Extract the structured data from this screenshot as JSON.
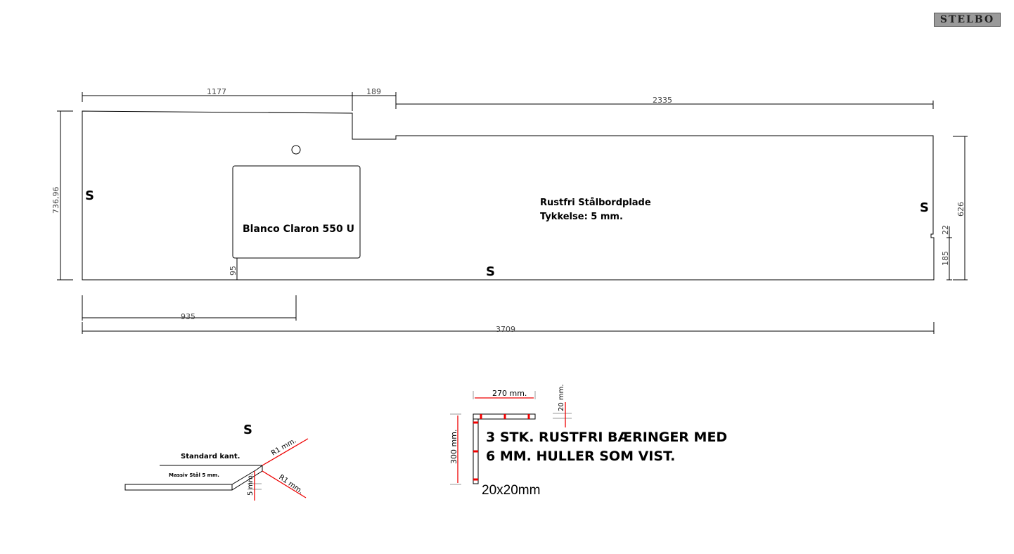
{
  "logo": "STELBO",
  "dimensions": {
    "top_left": "1177",
    "top_step": "189",
    "top_right": "2335",
    "left_depth": "736,96",
    "right_depth": "626",
    "notch": "22",
    "notch_bottom": "185",
    "sink_offset_bottom": "95",
    "sink_offset_left": "935",
    "total_length": "3709"
  },
  "labels": {
    "sink": "Blanco Claron 550 U",
    "material": "Rustfri Stålbordplade",
    "thickness": "Tykkelse: 5 mm.",
    "edge_marks": [
      "S",
      "S",
      "S"
    ]
  },
  "edge_detail": {
    "mark": "S",
    "title": "Standard kant.",
    "material": "Massiv Stål 5 mm.",
    "radius_top": "R1 mm.",
    "radius_bottom": "R1 mm.",
    "thickness": "5 mm."
  },
  "bracket_detail": {
    "width": "270 mm.",
    "height": "300 mm.",
    "profile": "20 mm.",
    "line1": "3 STK. RUSTFRI BÆRINGER MED",
    "line2": "6 MM. HULLER SOM VIST.",
    "section": "20x20mm"
  }
}
